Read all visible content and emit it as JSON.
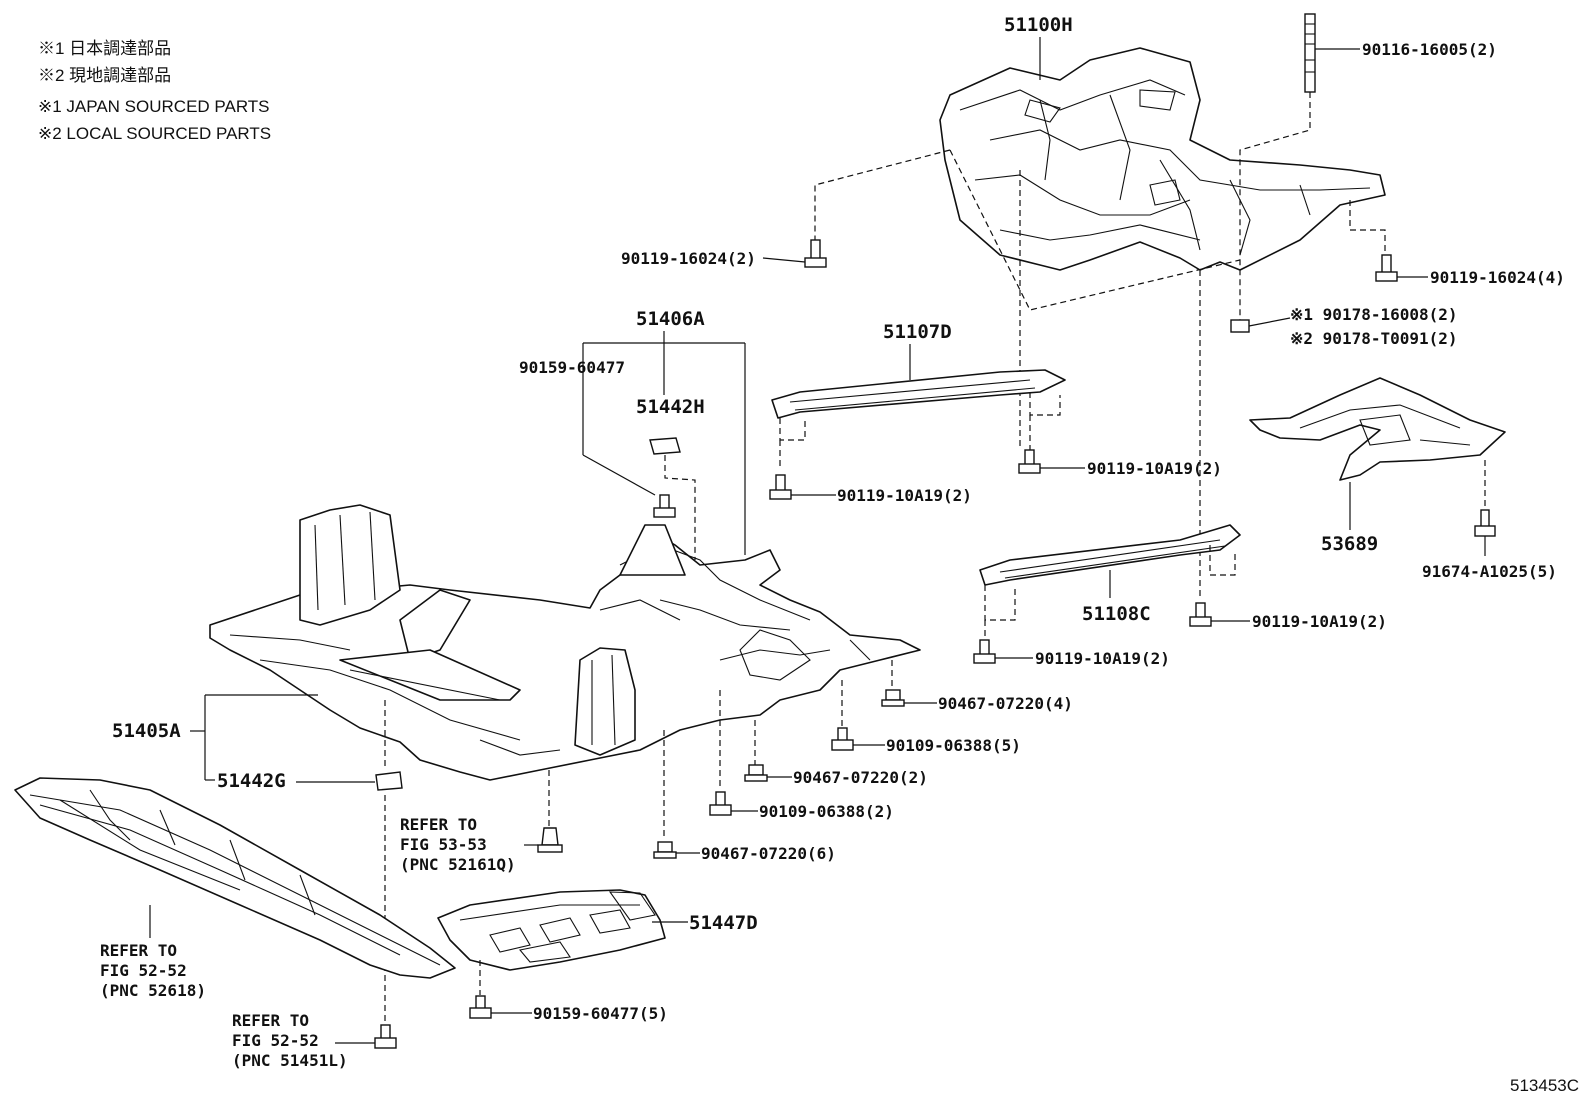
{
  "legend": {
    "line1": "※1  日本調達部品",
    "line2": "※2  現地調達部品",
    "line3": "※1  JAPAN SOURCED PARTS",
    "line4": "※2  LOCAL SOURCED PARTS"
  },
  "labels": {
    "p51100H": "51100H",
    "p90116": "90116-16005(2)",
    "p90119_16024_left": "90119-16024(2)",
    "p90119_16024_right": "90119-16024(4)",
    "p90178_1": "※1 90178-16008(2)",
    "p90178_2": "※2 90178-T0091(2)",
    "p51406A": "51406A",
    "p90159_60477": "90159-60477",
    "p51442H": "51442H",
    "p51107D": "51107D",
    "p90119_10A19_a": "90119-10A19(2)",
    "p90119_10A19_b": "90119-10A19(2)",
    "p90119_10A19_c": "90119-10A19(2)",
    "p90119_10A19_d": "90119-10A19(2)",
    "p53689": "53689",
    "p91674": "91674-A1025(5)",
    "p51108C": "51108C",
    "p51405A": "51405A",
    "p51442G": "51442G",
    "p90467_4": "90467-07220(4)",
    "p90109_5": "90109-06388(5)",
    "p90467_2": "90467-07220(2)",
    "p90109_2": "90109-06388(2)",
    "p90467_6": "90467-07220(6)",
    "p51447D": "51447D",
    "p90159_5": "90159-60477(5)"
  },
  "refs": {
    "r1_l1": "REFER TO",
    "r1_l2": "FIG 53-53",
    "r1_l3": "(PNC 52161Q)",
    "r2_l1": "REFER TO",
    "r2_l2": "FIG 52-52",
    "r2_l3": "(PNC 52618)",
    "r3_l1": "REFER TO",
    "r3_l2": "FIG 52-52",
    "r3_l3": "(PNC 51451L)"
  },
  "footer": {
    "code": "513453C"
  }
}
